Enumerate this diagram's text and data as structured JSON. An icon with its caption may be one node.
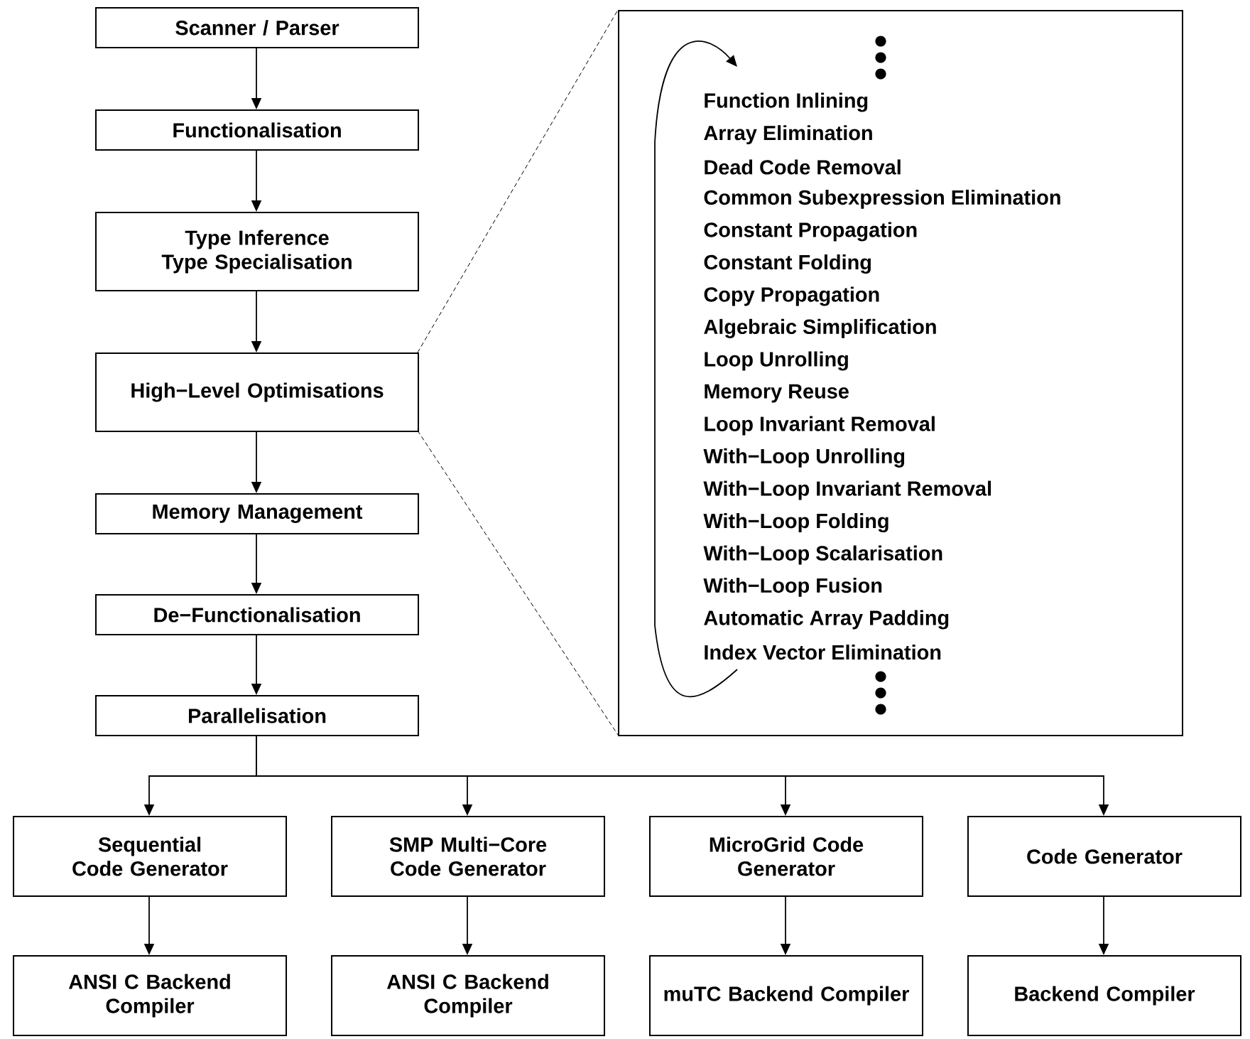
{
  "diagram": {
    "nodes": [
      {
        "text": [
          "Scanner / Parser"
        ]
      },
      {
        "text": [
          "Functionalisation"
        ]
      },
      {
        "text": [
          "Type Inference Type Specialisation"
        ]
      },
      {
        "text": [
          "High−Level Optimisations"
        ]
      },
      {
        "text": [
          "Memory Management"
        ]
      },
      {
        "text": [
          "De−Functionalisation"
        ]
      },
      {
        "text": [
          "Parallelisation"
        ]
      },
      {
        "text": [
          "Function Inlining",
          "Array Elimination",
          "Dead Code Removal",
          "Common Subexpression Elimination",
          "Constant Propagation",
          "Constant Folding",
          "Copy Propagation",
          "Algebraic Simplification",
          "Loop Unrolling",
          "Memory Reuse",
          "Loop Invariant Removal",
          "With−Loop Unrolling",
          "With−Loop Invariant Removal",
          "With−Loop Folding",
          "With−Loop Scalarisation",
          "With−Loop Fusion",
          "Automatic Array Padding",
          "Index Vector Elimination"
        ]
      },
      {
        "text": [
          "Sequential Code Generator"
        ]
      },
      {
        "text": [
          "SMP Multi−Core Code Generator"
        ]
      },
      {
        "text": [
          "MicroGrid Code Generator"
        ]
      },
      {
        "text": [
          "Code Generator"
        ]
      },
      {
        "text": [
          "ANSI C Backend Compiler"
        ]
      },
      {
        "text": [
          "ANSI C Backend Compiler"
        ]
      },
      {
        "text": [
          "muTC Backend Compiler"
        ]
      },
      {
        "text": [
          "Backend Compiler"
        ]
      }
    ],
    "edges": [
      {
        "from": 0,
        "to": 1,
        "arrow": "to"
      },
      {
        "from": 1,
        "to": 2,
        "arrow": "to"
      },
      {
        "from": 2,
        "to": 3,
        "arrow": "to"
      },
      {
        "from": 3,
        "to": 4,
        "arrow": "to"
      },
      {
        "from": 4,
        "to": 5,
        "arrow": "to"
      },
      {
        "from": 5,
        "to": 6,
        "arrow": "to"
      },
      {
        "from": 6,
        "to": 8,
        "arrow": "to"
      },
      {
        "from": 6,
        "to": 9,
        "arrow": "to"
      },
      {
        "from": 6,
        "to": 10,
        "arrow": "to"
      },
      {
        "from": 6,
        "to": 11,
        "arrow": "to"
      },
      {
        "from": 8,
        "to": 12,
        "arrow": "to"
      },
      {
        "from": 9,
        "to": 13,
        "arrow": "to"
      },
      {
        "from": 10,
        "to": 14,
        "arrow": "to"
      },
      {
        "from": 11,
        "to": 15,
        "arrow": "to"
      },
      {
        "from": 3,
        "to": 7,
        "arrow": "none",
        "style": "dashed"
      },
      {
        "from": 3,
        "to": 7,
        "arrow": "none",
        "style": "dashed"
      }
    ]
  }
}
